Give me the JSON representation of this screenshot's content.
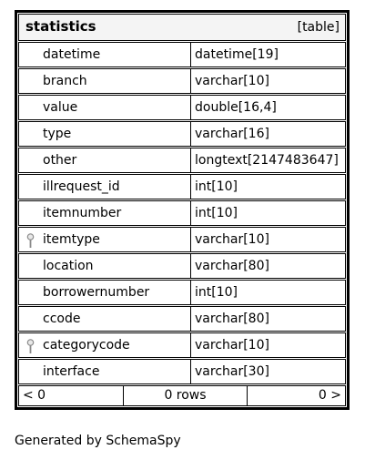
{
  "table": {
    "name": "statistics",
    "kind": "[table]",
    "columns": [
      {
        "name": "datetime",
        "type": "datetime[19]",
        "index": false
      },
      {
        "name": "branch",
        "type": "varchar[10]",
        "index": false
      },
      {
        "name": "value",
        "type": "double[16,4]",
        "index": false
      },
      {
        "name": "type",
        "type": "varchar[16]",
        "index": false
      },
      {
        "name": "other",
        "type": "longtext[2147483647]",
        "index": false
      },
      {
        "name": "illrequest_id",
        "type": "int[10]",
        "index": false
      },
      {
        "name": "itemnumber",
        "type": "int[10]",
        "index": false
      },
      {
        "name": "itemtype",
        "type": "varchar[10]",
        "index": true
      },
      {
        "name": "location",
        "type": "varchar[80]",
        "index": false
      },
      {
        "name": "borrowernumber",
        "type": "int[10]",
        "index": false
      },
      {
        "name": "ccode",
        "type": "varchar[80]",
        "index": false
      },
      {
        "name": "categorycode",
        "type": "varchar[10]",
        "index": true
      },
      {
        "name": "interface",
        "type": "varchar[30]",
        "index": false
      }
    ],
    "footer": {
      "parents": "< 0",
      "rows": "0 rows",
      "children": "0 >"
    }
  },
  "generated_by": "Generated by SchemaSpy",
  "icons": {
    "index": "key-icon"
  }
}
